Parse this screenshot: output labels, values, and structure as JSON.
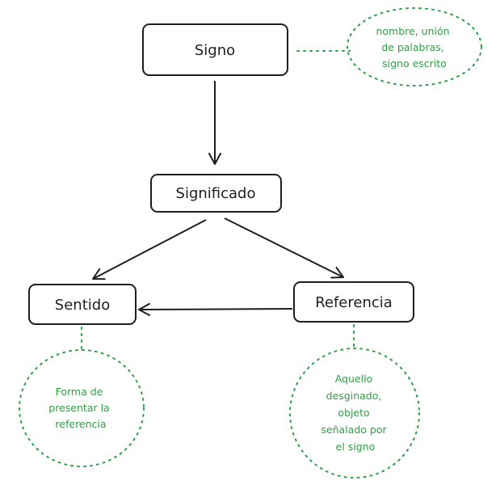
{
  "colors": {
    "stroke": "#1e1e1e",
    "accent": "#2f9e44",
    "background": "#ffffff"
  },
  "nodes": {
    "signo": "Signo",
    "significado": "Significado",
    "sentido": "Sentido",
    "referencia": "Referencia"
  },
  "notes": {
    "signo": [
      "nombre, unión",
      "de palabras,",
      "signo escrito"
    ],
    "sentido": [
      "Forma de",
      "presentar la",
      "referencia"
    ],
    "referencia": [
      "Aquello",
      "desginado,",
      "objeto",
      "señalado por",
      "el signo"
    ]
  }
}
